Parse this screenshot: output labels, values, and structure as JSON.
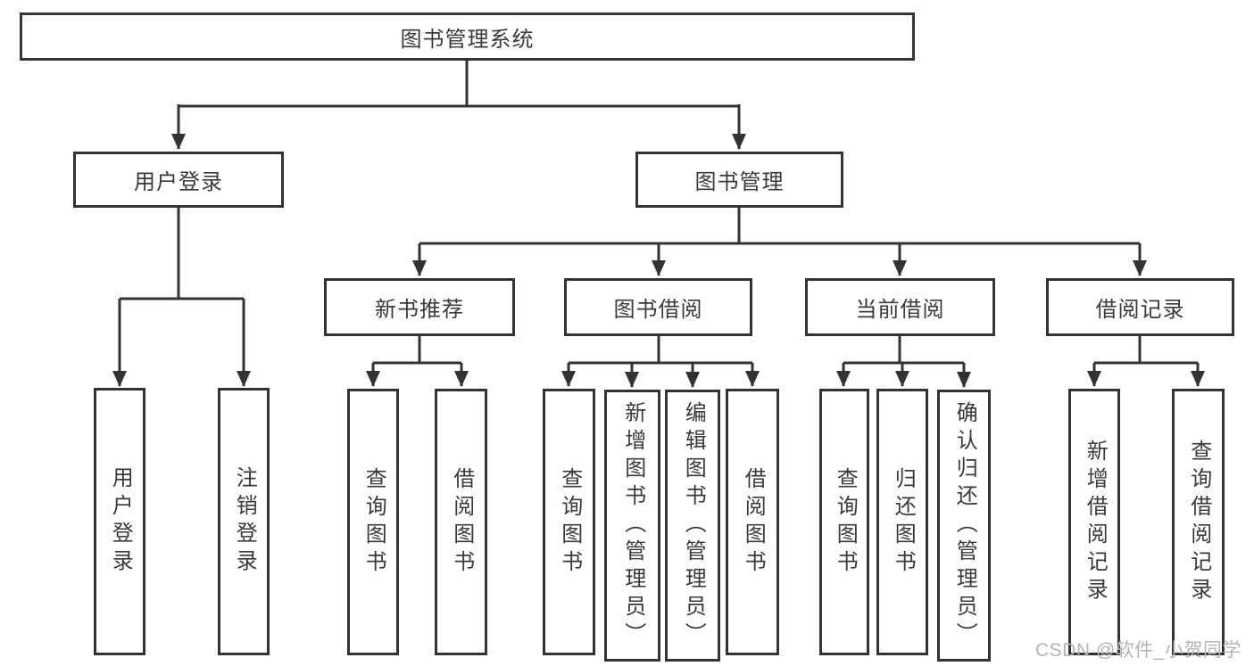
{
  "diagram": {
    "root": "图书管理系统",
    "level2": {
      "user_login": "用户登录",
      "book_management": "图书管理"
    },
    "level3": {
      "new_book_recommend": "新书推荐",
      "book_borrowing": "图书借阅",
      "current_borrowing": "当前借阅",
      "borrowing_records": "借阅记录"
    },
    "leaves": {
      "user_login": "用户登录",
      "logout": "注销登录",
      "rec_query_books": "查询图书",
      "rec_borrow_books": "借阅图书",
      "bb_query_books": "查询图书",
      "bb_add_books": "新增图书（管理员）",
      "bb_edit_books": "编辑图书（管理员）",
      "bb_borrow_books": "借阅图书",
      "cb_query_books": "查询图书",
      "cb_return_books": "归还图书",
      "cb_confirm_return": "确认归还（管理员）",
      "br_add_record": "新增借阅记录",
      "br_query_record": "查询借阅记录"
    },
    "line_color": "#333333",
    "box_background": "#ffffff"
  },
  "watermark": {
    "text": "CSDN @软件_小贺同学",
    "color": "#b7b3b3"
  }
}
